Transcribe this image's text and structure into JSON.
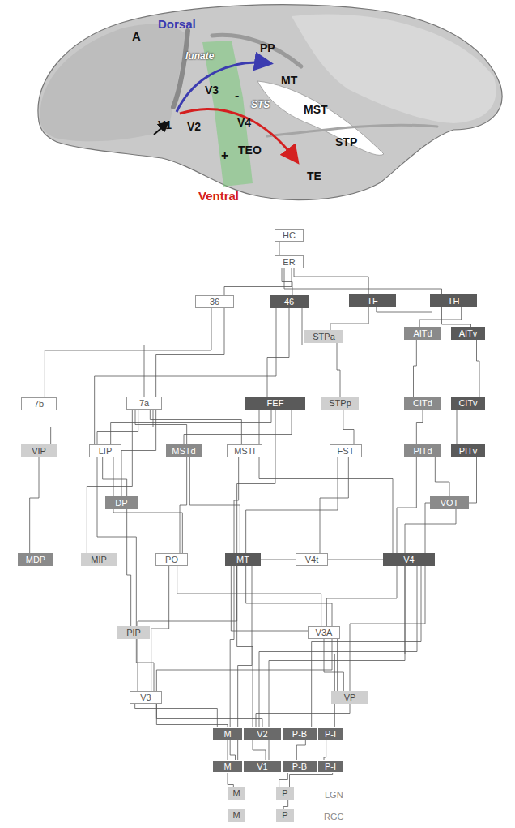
{
  "diagram": {
    "nodes": [
      {
        "text": [
          "HC"
        ]
      },
      {
        "text": [
          "ER"
        ]
      },
      {
        "text": [
          "36"
        ]
      },
      {
        "text": [
          "46"
        ]
      },
      {
        "text": [
          "TF"
        ]
      },
      {
        "text": [
          "TH"
        ]
      },
      {
        "text": [
          "STPa"
        ]
      },
      {
        "text": [
          "AITd"
        ]
      },
      {
        "text": [
          "AITv"
        ]
      },
      {
        "text": [
          "7b"
        ]
      },
      {
        "text": [
          "7a"
        ]
      },
      {
        "text": [
          "FEF"
        ]
      },
      {
        "text": [
          "STPp"
        ]
      },
      {
        "text": [
          "CITd"
        ]
      },
      {
        "text": [
          "CITv"
        ]
      },
      {
        "text": [
          "VIP"
        ]
      },
      {
        "text": [
          "LIP"
        ]
      },
      {
        "text": [
          "MSTd"
        ]
      },
      {
        "text": [
          "MSTl"
        ]
      },
      {
        "text": [
          "FST"
        ]
      },
      {
        "text": [
          "PITd"
        ]
      },
      {
        "text": [
          "PITv"
        ]
      },
      {
        "text": [
          "DP"
        ]
      },
      {
        "text": [
          "VOT"
        ]
      },
      {
        "text": [
          "MDP"
        ]
      },
      {
        "text": [
          "MIP"
        ]
      },
      {
        "text": [
          "PO"
        ]
      },
      {
        "text": [
          "MT"
        ]
      },
      {
        "text": [
          "V4t"
        ]
      },
      {
        "text": [
          "V4"
        ]
      },
      {
        "text": [
          "PIP"
        ]
      },
      {
        "text": [
          "V3A"
        ]
      },
      {
        "text": [
          "V3"
        ]
      },
      {
        "text": [
          "VP"
        ]
      },
      {
        "text": [
          "M"
        ]
      },
      {
        "text": [
          "V2"
        ]
      },
      {
        "text": [
          "P-B"
        ]
      },
      {
        "text": [
          "P-I"
        ]
      },
      {
        "text": [
          "M"
        ]
      },
      {
        "text": [
          "V1"
        ]
      },
      {
        "text": [
          "P-B"
        ]
      },
      {
        "text": [
          "P-I"
        ]
      },
      {
        "text": [
          "M"
        ]
      },
      {
        "text": [
          "P"
        ]
      },
      {
        "text": [
          "M"
        ]
      },
      {
        "text": [
          "P"
        ]
      }
    ],
    "edges": [
      {
        "from": 1,
        "to": 0,
        "arrow": "none"
      },
      {
        "from": 2,
        "to": 1,
        "arrow": "none"
      },
      {
        "from": 3,
        "to": 1,
        "arrow": "none"
      },
      {
        "from": 4,
        "to": 1,
        "arrow": "none"
      },
      {
        "from": 5,
        "to": 1,
        "arrow": "none"
      },
      {
        "from": 10,
        "to": 2,
        "arrow": "none"
      },
      {
        "from": 9,
        "to": 2,
        "arrow": "none"
      },
      {
        "from": 10,
        "to": 3,
        "arrow": "none"
      },
      {
        "from": 11,
        "to": 3,
        "arrow": "none"
      },
      {
        "from": 16,
        "to": 3,
        "arrow": "none"
      },
      {
        "from": 7,
        "to": 4,
        "arrow": "none"
      },
      {
        "from": 8,
        "to": 5,
        "arrow": "none"
      },
      {
        "from": 7,
        "to": 5,
        "arrow": "none"
      },
      {
        "from": 13,
        "to": 7,
        "arrow": "none"
      },
      {
        "from": 14,
        "to": 8,
        "arrow": "none"
      },
      {
        "from": 6,
        "to": 4,
        "arrow": "none"
      },
      {
        "from": 12,
        "to": 6,
        "arrow": "none"
      },
      {
        "from": 20,
        "to": 13,
        "arrow": "none"
      },
      {
        "from": 21,
        "to": 14,
        "arrow": "none"
      },
      {
        "from": 19,
        "to": 12,
        "arrow": "none"
      },
      {
        "from": 17,
        "to": 10,
        "arrow": "none"
      },
      {
        "from": 18,
        "to": 10,
        "arrow": "none"
      },
      {
        "from": 16,
        "to": 10,
        "arrow": "none"
      },
      {
        "from": 15,
        "to": 10,
        "arrow": "none"
      },
      {
        "from": 16,
        "to": 11,
        "arrow": "none"
      },
      {
        "from": 17,
        "to": 11,
        "arrow": "none"
      },
      {
        "from": 27,
        "to": 11,
        "arrow": "none"
      },
      {
        "from": 29,
        "to": 11,
        "arrow": "none"
      },
      {
        "from": 28,
        "to": 19,
        "arrow": "none"
      },
      {
        "from": 27,
        "to": 19,
        "arrow": "none"
      },
      {
        "from": 27,
        "to": 17,
        "arrow": "none"
      },
      {
        "from": 27,
        "to": 18,
        "arrow": "none"
      },
      {
        "from": 26,
        "to": 16,
        "arrow": "none"
      },
      {
        "from": 22,
        "to": 16,
        "arrow": "none"
      },
      {
        "from": 22,
        "to": 10,
        "arrow": "none"
      },
      {
        "from": 24,
        "to": 15,
        "arrow": "none"
      },
      {
        "from": 25,
        "to": 10,
        "arrow": "none"
      },
      {
        "from": 26,
        "to": 17,
        "arrow": "none"
      },
      {
        "from": 30,
        "to": 16,
        "arrow": "none"
      },
      {
        "from": 30,
        "to": 22,
        "arrow": "none"
      },
      {
        "from": 29,
        "to": 20,
        "arrow": "none"
      },
      {
        "from": 29,
        "to": 21,
        "arrow": "none"
      },
      {
        "from": 23,
        "to": 29,
        "arrow": "none"
      },
      {
        "from": 23,
        "to": 20,
        "arrow": "none"
      },
      {
        "from": 28,
        "to": 29,
        "arrow": "none"
      },
      {
        "from": 27,
        "to": 28,
        "arrow": "none"
      },
      {
        "from": 31,
        "to": 27,
        "arrow": "none"
      },
      {
        "from": 31,
        "to": 29,
        "arrow": "none"
      },
      {
        "from": 31,
        "to": 26,
        "arrow": "none"
      },
      {
        "from": 32,
        "to": 27,
        "arrow": "none"
      },
      {
        "from": 32,
        "to": 31,
        "arrow": "none"
      },
      {
        "from": 32,
        "to": 26,
        "arrow": "none"
      },
      {
        "from": 33,
        "to": 29,
        "arrow": "none"
      },
      {
        "from": 33,
        "to": 31,
        "arrow": "none"
      },
      {
        "from": 33,
        "to": 27,
        "arrow": "none"
      },
      {
        "from": 32,
        "to": 30,
        "arrow": "none"
      },
      {
        "from": 34,
        "to": 27,
        "arrow": "none"
      },
      {
        "from": 35,
        "to": 29,
        "arrow": "none"
      },
      {
        "from": 35,
        "to": 27,
        "arrow": "none"
      },
      {
        "from": 36,
        "to": 29,
        "arrow": "none"
      },
      {
        "from": 37,
        "to": 29,
        "arrow": "none"
      },
      {
        "from": 35,
        "to": 32,
        "arrow": "none"
      },
      {
        "from": 35,
        "to": 33,
        "arrow": "none"
      },
      {
        "from": 34,
        "to": 32,
        "arrow": "none"
      },
      {
        "from": 38,
        "to": 34,
        "arrow": "none"
      },
      {
        "from": 39,
        "to": 35,
        "arrow": "none"
      },
      {
        "from": 40,
        "to": 36,
        "arrow": "none"
      },
      {
        "from": 41,
        "to": 37,
        "arrow": "none"
      },
      {
        "from": 38,
        "to": 27,
        "arrow": "none"
      },
      {
        "from": 39,
        "to": 29,
        "arrow": "none"
      },
      {
        "from": 38,
        "to": 32,
        "arrow": "none"
      },
      {
        "from": 42,
        "to": 38,
        "arrow": "none"
      },
      {
        "from": 43,
        "to": 40,
        "arrow": "none"
      },
      {
        "from": 43,
        "to": 41,
        "arrow": "none"
      },
      {
        "from": 44,
        "to": 42,
        "arrow": "none"
      },
      {
        "from": 45,
        "to": 43,
        "arrow": "none"
      }
    ],
    "labels": [
      "A",
      "Dorsal",
      "lunate",
      "PP",
      "MT",
      "V3",
      "-",
      "STS",
      "MST",
      "V1",
      "V2",
      "V4",
      "STP",
      "TEO",
      "+",
      "TE",
      "Ventral",
      "LGN",
      "RGC"
    ]
  }
}
